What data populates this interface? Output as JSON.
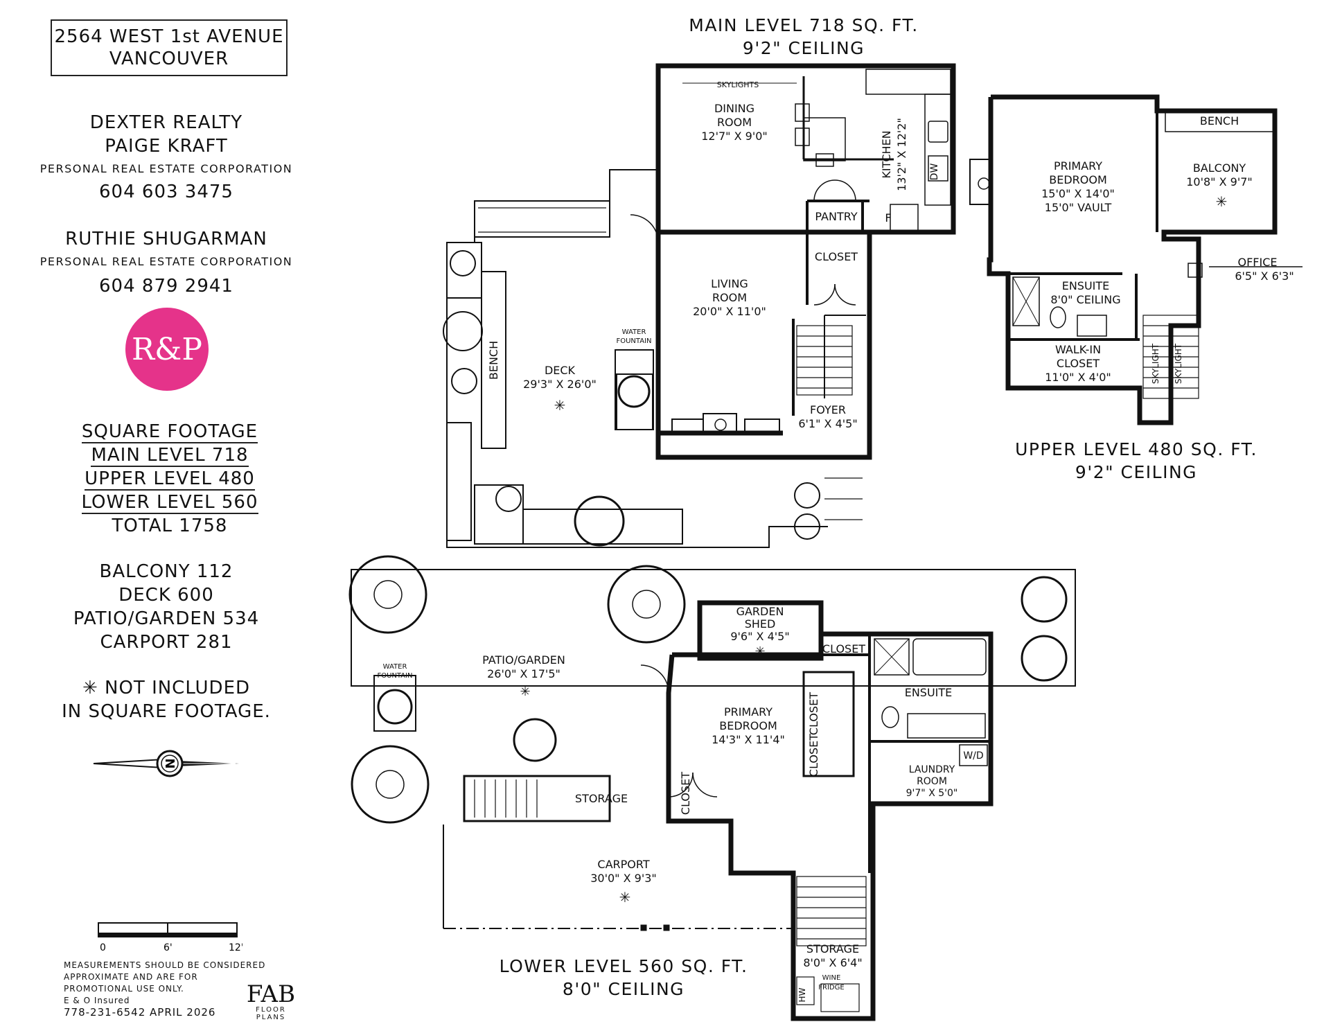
{
  "address": {
    "line1": "2564 WEST 1st AVENUE",
    "line2": "VANCOUVER"
  },
  "agents": {
    "brokerage": "DEXTER REALTY",
    "agent1_name": "PAIGE KRAFT",
    "agent1_corp": "PERSONAL REAL ESTATE CORPORATION",
    "agent1_phone": "604 603 3475",
    "agent2_name": "RUTHIE SHUGARMAN",
    "agent2_corp": "PERSONAL REAL ESTATE CORPORATION",
    "agent2_phone": "604 879 2941",
    "logo_text": "R&P",
    "logo_color": "#e5338a"
  },
  "square_footage": {
    "heading": "SQUARE FOOTAGE",
    "main": "MAIN LEVEL 718",
    "upper": "UPPER LEVEL 480",
    "lower": "LOWER LEVEL 560",
    "total": "TOTAL 1758"
  },
  "extras": {
    "balcony": "BALCONY 112",
    "deck": "DECK 600",
    "patio": "PATIO/GARDEN 534",
    "carport": "CARPORT 281",
    "note_line1": "✳ NOT INCLUDED",
    "note_line2": "IN SQUARE FOOTAGE."
  },
  "compass": {
    "letter": "N"
  },
  "scale": {
    "t0": "0",
    "t1": "6'",
    "t2": "12'"
  },
  "disclaimer": {
    "line1": "MEASUREMENTS SHOULD BE CONSIDERED",
    "line2": "APPROXIMATE AND ARE FOR",
    "line3": "PROMOTIONAL USE ONLY.",
    "line4": "E & O Insured",
    "line5": "778-231-6542  APRIL 2026"
  },
  "fab_logo": {
    "mark": "FAB",
    "sub": "FLOOR PLANS"
  },
  "main_level": {
    "title1": "MAIN LEVEL 718 SQ. FT.",
    "title2": "9'2\" CEILING",
    "skylights": "SKYLIGHTS",
    "dining_l1": "DINING",
    "dining_l2": "ROOM",
    "dining_dim": "12'7\" X 9'0\"",
    "kitchen": "KITCHEN",
    "kitchen_dim": "13'2\" X 12'2\"",
    "dw": "DW",
    "pantry": "PANTRY",
    "fridge": "F",
    "closet": "CLOSET",
    "living_l1": "LIVING",
    "living_l2": "ROOM",
    "living_dim": "20'0\" X 11'0\"",
    "water_l1": "WATER",
    "water_l2": "FOUNTAIN",
    "bench": "BENCH",
    "deck": "DECK",
    "deck_dim": "29'3\" X 26'0\"",
    "foyer": "FOYER",
    "foyer_dim": "6'1\" X 4'5\""
  },
  "upper_level": {
    "title1": "UPPER LEVEL 480 SQ. FT.",
    "title2": "9'2\" CEILING",
    "bench": "BENCH",
    "bedroom_l1": "PRIMARY",
    "bedroom_l2": "BEDROOM",
    "bedroom_dim": "15'0\" X 14'0\"",
    "bedroom_vault": "15'0\" VAULT",
    "balcony": "BALCONY",
    "balcony_dim": "10'8\" X 9'7\"",
    "office": "OFFICE",
    "office_dim": "6'5\" X 6'3\"",
    "ensuite": "ENSUITE",
    "ensuite_ceiling": "8'0\" CEILING",
    "walkin_l1": "WALK-IN",
    "walkin_l2": "CLOSET",
    "walkin_dim": "11'0\" X 4'0\"",
    "skylight": "SKYLIGHT"
  },
  "lower_level": {
    "title1": "LOWER LEVEL 560 SQ. FT.",
    "title2": "8'0\" CEILING",
    "shed_l1": "GARDEN",
    "shed_l2": "SHED",
    "shed_dim": "9'6\" X 4'5\"",
    "closet": "CLOSET",
    "ensuite": "ENSUITE",
    "patio": "PATIO/GARDEN",
    "patio_dim": "26'0\" X 17'5\"",
    "water_l1": "WATER",
    "water_l2": "FOUNTAIN",
    "bedroom_l1": "PRIMARY",
    "bedroom_l2": "BEDROOM",
    "bedroom_dim": "14'3\" X 11'4\"",
    "closet_v1": "CLOSET",
    "closet_v2": "CLOSET",
    "wd": "W/D",
    "laundry_l1": "LAUNDRY",
    "laundry_l2": "ROOM",
    "laundry_dim": "9'7\" X 5'0\"",
    "storage": "STORAGE",
    "closet_left": "CLOSET",
    "carport": "CARPORT",
    "carport_dim": "30'0\" X 9'3\"",
    "storage2": "STORAGE",
    "storage2_dim": "8'0\" X 6'4\"",
    "wine_l1": "WINE",
    "wine_l2": "FRIDGE",
    "hw": "HW"
  }
}
